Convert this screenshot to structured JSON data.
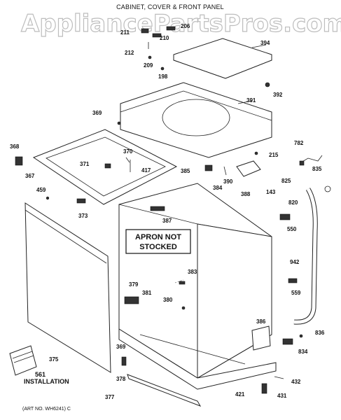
{
  "title": "CABINET, COVER & FRONT PANEL",
  "watermark": "AppliancePartsPros.com",
  "art_no": "(ART NO. WH6241) C",
  "notice": {
    "line1": "APRON NOT",
    "line2": "STOCKED"
  },
  "installation": {
    "part": "561",
    "label": "INSTALLATION"
  },
  "parts": {
    "p211": "211",
    "p210": "210",
    "p206": "206",
    "p212": "212",
    "p209": "209",
    "p198": "198",
    "p394": "394",
    "p392": "392",
    "p391": "391",
    "p369a": "369",
    "p368": "368",
    "p367": "367",
    "p370": "370",
    "p371": "371",
    "p417": "417",
    "p459": "459",
    "p373": "373",
    "p385": "385",
    "p384": "384",
    "p390": "390",
    "p388": "388",
    "p143": "143",
    "p215": "215",
    "p782": "782",
    "p825": "825",
    "p835": "835",
    "p820": "820",
    "p550": "550",
    "p387": "387",
    "p383": "383",
    "p379": "379",
    "p381": "381",
    "p380": "380",
    "p942": "942",
    "p559": "559",
    "p386": "386",
    "p836": "836",
    "p834": "834",
    "p375": "375",
    "p369b": "369",
    "p378": "378",
    "p377": "377",
    "p421": "421",
    "p432": "432",
    "p431": "431"
  }
}
